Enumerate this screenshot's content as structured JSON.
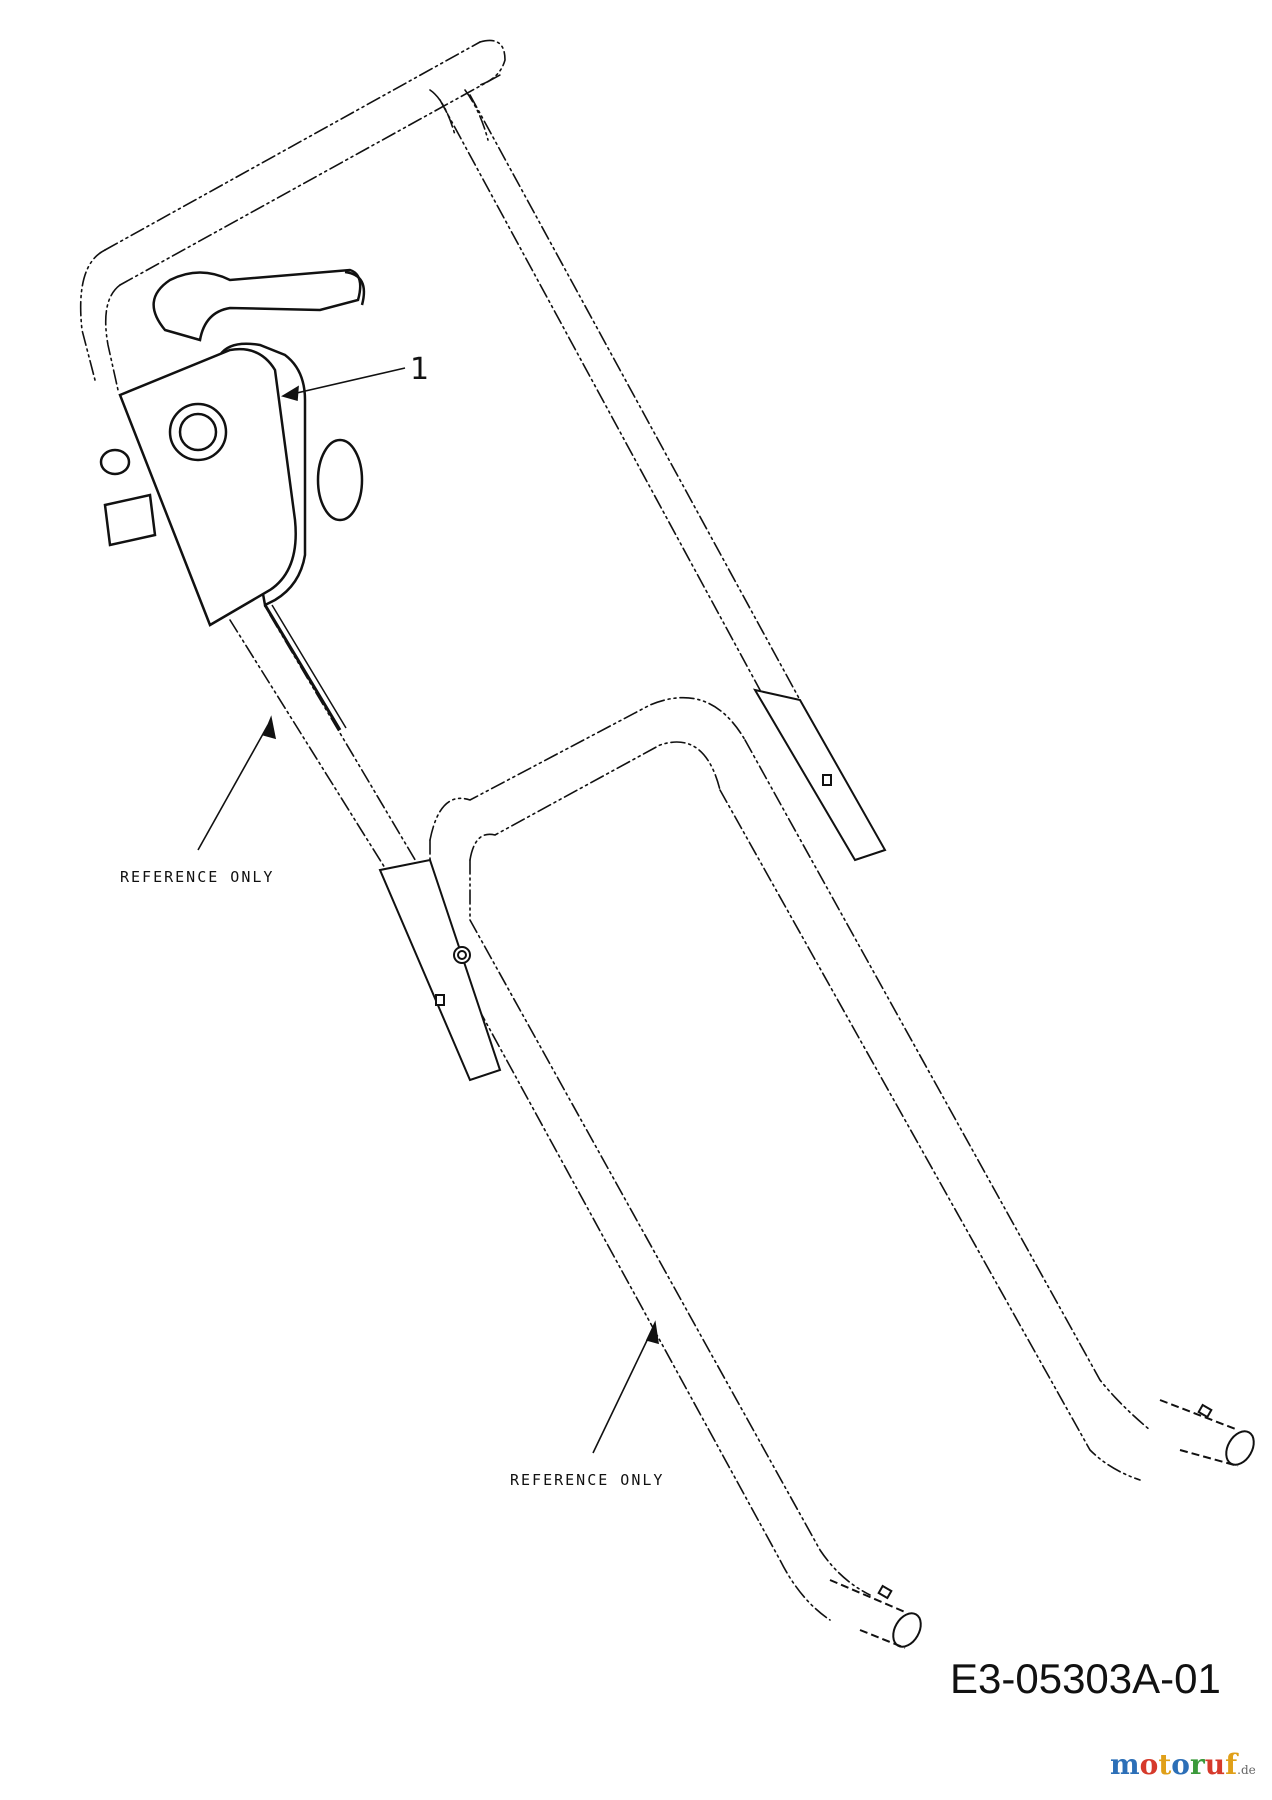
{
  "callouts": [
    {
      "label": "1"
    }
  ],
  "reference_labels": [
    {
      "text": "REFERENCE ONLY"
    },
    {
      "text": "REFERENCE ONLY"
    }
  ],
  "diagram_code": "E3-05303A-01",
  "watermark": {
    "text": "motoruf",
    "suffix": ".de",
    "letter_colors": [
      "#2c6fb7",
      "#d63a2b",
      "#e0a019",
      "#2c6fb7",
      "#3b9a3b",
      "#d63a2b",
      "#e0a019"
    ]
  }
}
